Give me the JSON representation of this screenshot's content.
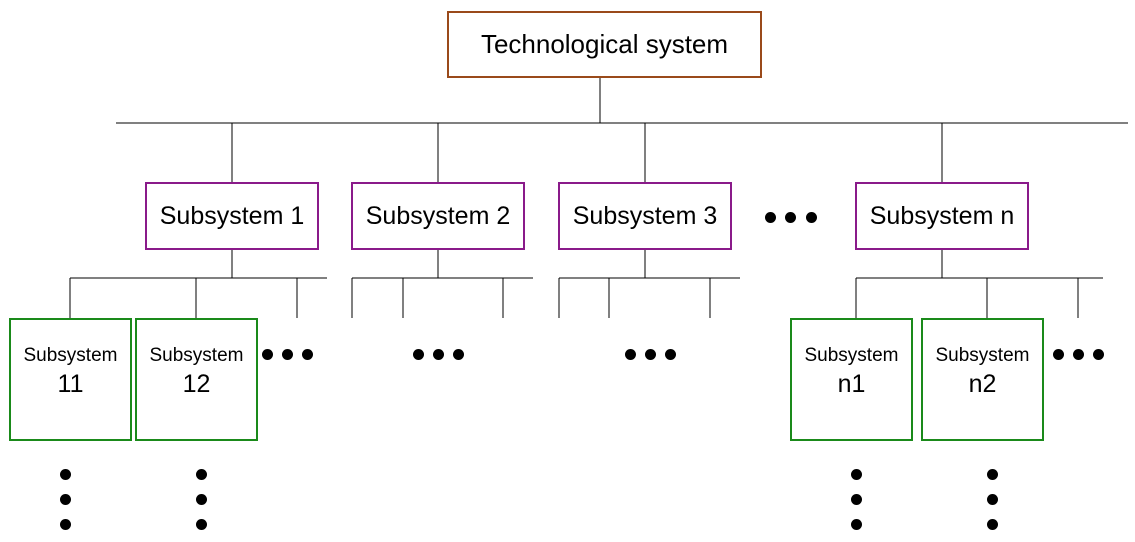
{
  "root": {
    "label": "Technological system"
  },
  "subsystems": [
    {
      "label": "Subsystem 1"
    },
    {
      "label": "Subsystem 2"
    },
    {
      "label": "Subsystem 3"
    },
    {
      "label": "Subsystem n"
    }
  ],
  "leaves": [
    {
      "line1": "Subsystem",
      "line2": "11"
    },
    {
      "line1": "Subsystem",
      "line2": "12"
    },
    {
      "line1": "Subsystem",
      "line2": "n1"
    },
    {
      "line1": "Subsystem",
      "line2": "n2"
    }
  ],
  "colors": {
    "root_border": "#9a4a1a",
    "subsystem_border": "#8a1a8a",
    "leaf_border": "#1a8a1a",
    "connector": "#000000"
  }
}
